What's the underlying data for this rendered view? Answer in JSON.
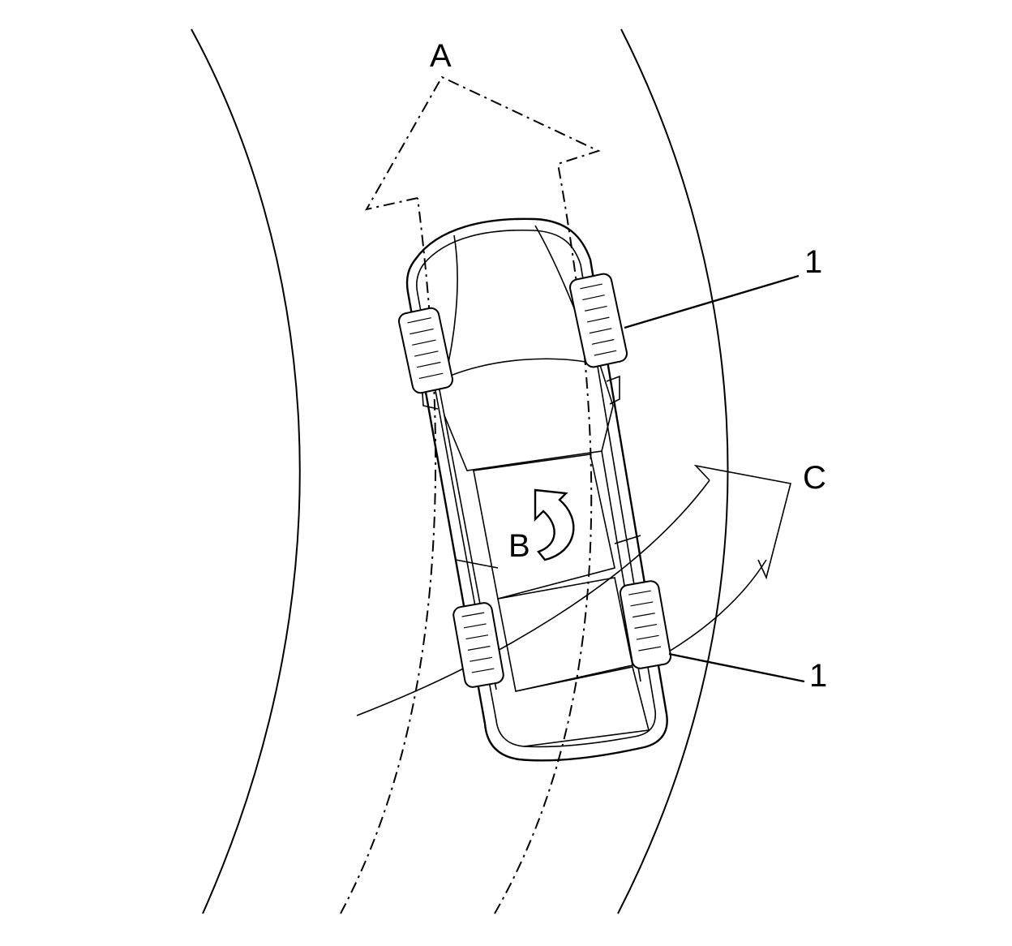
{
  "labels": {
    "a": "A",
    "b": "B",
    "c": "C",
    "tire_top": "1",
    "tire_bottom": "1"
  },
  "colors": {
    "ink": "#000000",
    "background": "#ffffff"
  }
}
